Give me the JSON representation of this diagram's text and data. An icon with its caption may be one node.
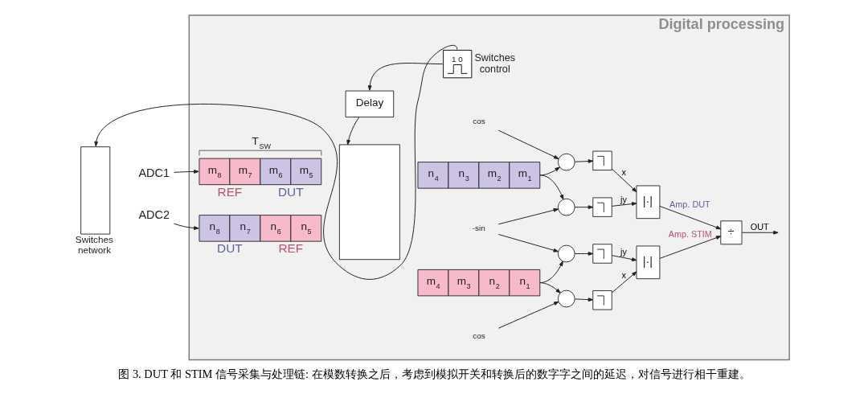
{
  "diagram": {
    "caption": "图 3. DUT 和 STIM 信号采集与处理链: 在模数转换之后，考虑到模拟开关和转换后的数字字之间的延迟，对信号进行相干重建。",
    "nodes": [
      {
        "text": [
          "Digital processing"
        ]
      },
      {
        "text": [
          "Switches network"
        ]
      },
      {
        "text": [
          "ADC1"
        ]
      },
      {
        "text": [
          "ADC2"
        ]
      },
      {
        "text": [
          "m$_{8}$",
          "m$_{7}$",
          "m$_{6}$",
          "m$_{5}$"
        ],
        "in": 0,
        "beside": [
          "T$_{SW}$",
          "REF",
          "DUT"
        ]
      },
      {
        "text": [
          "n$_{8}$",
          "n$_{7}$",
          "n$_{6}$",
          "n$_{5}$"
        ],
        "in": 0,
        "beside": [
          "DUT",
          "REF"
        ]
      },
      {
        "text": [
          "Delay"
        ],
        "in": 0
      },
      {
        "text": [
          "1 0"
        ],
        "in": 0,
        "beside": [
          "Switches control"
        ]
      },
      {
        "text": [],
        "shape": "box",
        "in": 0
      },
      {
        "text": [
          "n$_{4}$",
          "n$_{3}$",
          "m$_{2}$",
          "m$_{1}$"
        ],
        "in": 0
      },
      {
        "text": [
          "m$_{4}$",
          "m$_{3}$",
          "n$_{2}$",
          "n$_{1}$"
        ],
        "in": 0
      },
      {
        "text": [
          "cos"
        ],
        "in": 0
      },
      {
        "text": [],
        "shape": "circle",
        "in": 0
      },
      {
        "text": [],
        "shape": "circle",
        "in": 0
      },
      {
        "text": [
          "-sin"
        ],
        "in": 0
      },
      {
        "text": [],
        "shape": "circle",
        "in": 0
      },
      {
        "text": [],
        "shape": "circle",
        "in": 0
      },
      {
        "text": [
          "cos"
        ],
        "in": 0
      },
      {
        "text": [],
        "shape": "box",
        "in": 0
      },
      {
        "text": [],
        "shape": "box",
        "in": 0
      },
      {
        "text": [],
        "shape": "box",
        "in": 0
      },
      {
        "text": [],
        "shape": "box",
        "in": 0
      },
      {
        "text": [
          "|·|"
        ],
        "in": 0
      },
      {
        "text": [
          "|·|"
        ],
        "in": 0
      },
      {
        "text": [
          "÷"
        ],
        "in": 0
      }
    ],
    "edges": [
      {
        "from": 7,
        "to": 6,
        "arrow": "to"
      },
      {
        "from": 7,
        "to": 1,
        "arrow": "to"
      },
      {
        "from": 2,
        "to": 4,
        "arrow": "to"
      },
      {
        "from": 3,
        "to": 5,
        "arrow": "to"
      },
      {
        "from": 6,
        "to": 8,
        "arrow": "to"
      },
      {
        "from": 9,
        "to": 12,
        "arrow": "to"
      },
      {
        "from": 9,
        "to": 13,
        "arrow": "to"
      },
      {
        "from": 10,
        "to": 15,
        "arrow": "to"
      },
      {
        "from": 10,
        "to": 16,
        "arrow": "to"
      },
      {
        "from": 11,
        "to": 12,
        "arrow": "to"
      },
      {
        "from": 14,
        "to": 13,
        "arrow": "to"
      },
      {
        "from": 14,
        "to": 15,
        "arrow": "to"
      },
      {
        "from": 17,
        "to": 16,
        "arrow": "to"
      },
      {
        "from": 12,
        "to": 18,
        "arrow": "to"
      },
      {
        "from": 13,
        "to": 19,
        "arrow": "to"
      },
      {
        "from": 15,
        "to": 20,
        "arrow": "to"
      },
      {
        "from": 16,
        "to": 21,
        "arrow": "to"
      },
      {
        "from": 18,
        "to": 22,
        "arrow": "to",
        "label": "x"
      },
      {
        "from": 19,
        "to": 22,
        "arrow": "to",
        "label": "jy"
      },
      {
        "from": 20,
        "to": 23,
        "arrow": "to",
        "label": "jy"
      },
      {
        "from": 21,
        "to": 23,
        "arrow": "to",
        "label": "x"
      },
      {
        "from": 22,
        "to": 24,
        "arrow": "to",
        "label": "Amp. DUT"
      },
      {
        "from": 23,
        "to": 24,
        "arrow": "to",
        "label": "Amp. STIM"
      },
      {
        "from": 24,
        "to": null,
        "arrow": "to",
        "label": "OUT"
      }
    ]
  }
}
